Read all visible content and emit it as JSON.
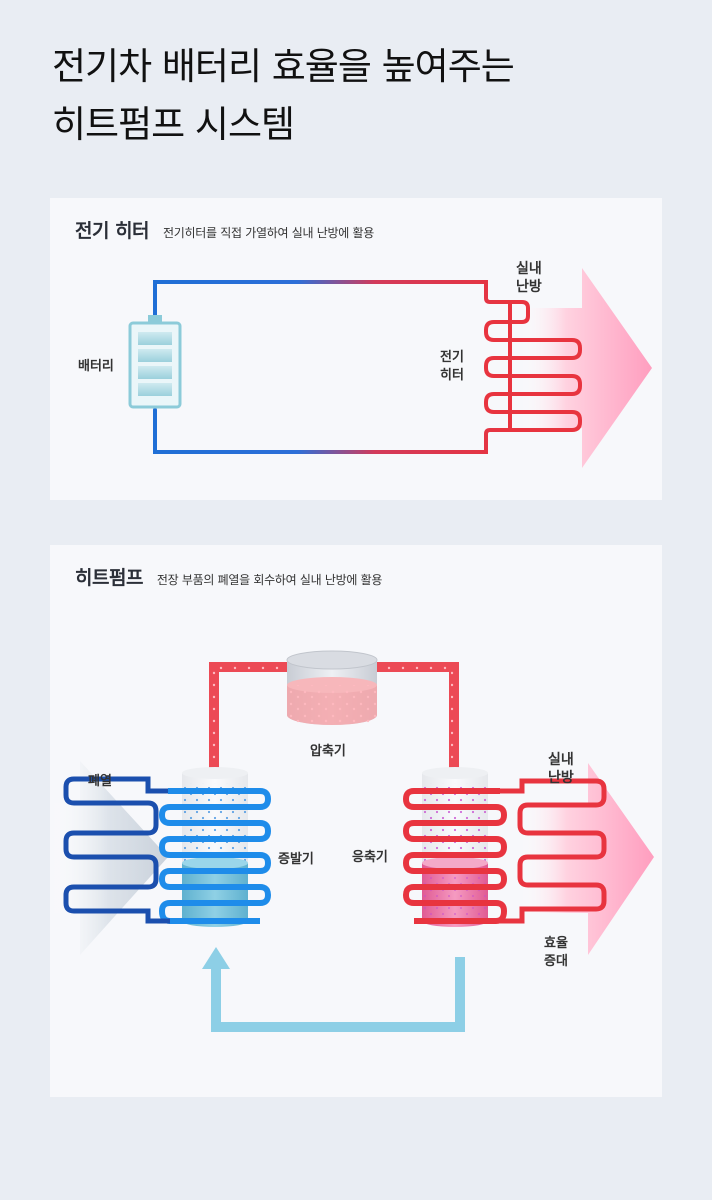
{
  "title": {
    "line1": "전기차 배터리 효율을 높여주는",
    "line2": "히트펌프 시스템"
  },
  "electric_heater": {
    "title": "전기 히터",
    "subtitle": "전기히터를 직접 가열하여 실내 난방에 활용",
    "battery_label": "배터리",
    "heater_label": "전기\n히터",
    "output_label": "실내\n난방"
  },
  "heat_pump": {
    "title": "히트펌프",
    "subtitle": "전장 부품의 폐열을 회수하여 실내 난방에 활용",
    "waste_heat_label": "폐열",
    "compressor_label": "압축기",
    "evaporator_label": "증발기",
    "condenser_label": "응축기",
    "output_label": "실내\n난방",
    "efficiency_label": "효율\n증대"
  },
  "colors": {
    "hot": "#e8343f",
    "cold": "#1f6fd6",
    "return_line": "#8dcfe6",
    "output_arrow": "#ff9fc0"
  }
}
